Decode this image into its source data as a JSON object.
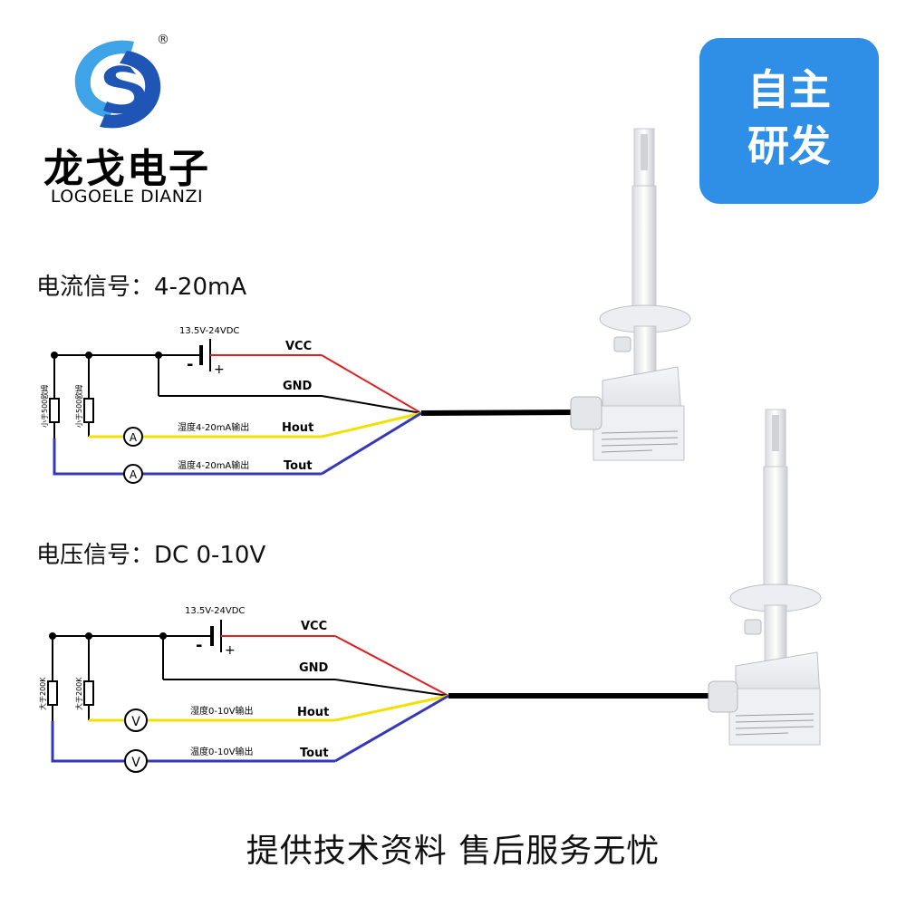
{
  "brand": {
    "name_cn": "龙戈电子",
    "name_en": "LOGOELE DIANZI",
    "registered_mark": "®",
    "logo_colors": {
      "blue": "#1f56b5",
      "light_blue": "#3fa3e8"
    }
  },
  "badge": {
    "line1": "自主",
    "line2": "研发",
    "color": "#2f8ee6"
  },
  "current_section": {
    "title": "电流信号：4-20mA",
    "supply_label": "13.5V-24VDC",
    "wires": {
      "vcc": "VCC",
      "gnd": "GND",
      "hout": "Hout",
      "tout": "Tout"
    },
    "signal_labels": {
      "humidity": "湿度4-20mA输出",
      "temperature": "温度4-20mA输出"
    },
    "resistor_label": "小于500欧姆",
    "meter_symbol": "A"
  },
  "voltage_section": {
    "title": "电压信号：DC 0-10V",
    "supply_label": "13.5V-24VDC",
    "wires": {
      "vcc": "VCC",
      "gnd": "GND",
      "hout": "Hout",
      "tout": "Tout"
    },
    "signal_labels": {
      "humidity": "湿度0-10V输出",
      "temperature": "温度0-10V输出"
    },
    "resistor_label": "大于200K",
    "meter_symbol": "V"
  },
  "wire_colors": {
    "vcc": "#e02020",
    "gnd": "#000000",
    "hout": "#f2e000",
    "tout": "#3438b8"
  },
  "footer": "提供技术资料  售后服务无忧"
}
